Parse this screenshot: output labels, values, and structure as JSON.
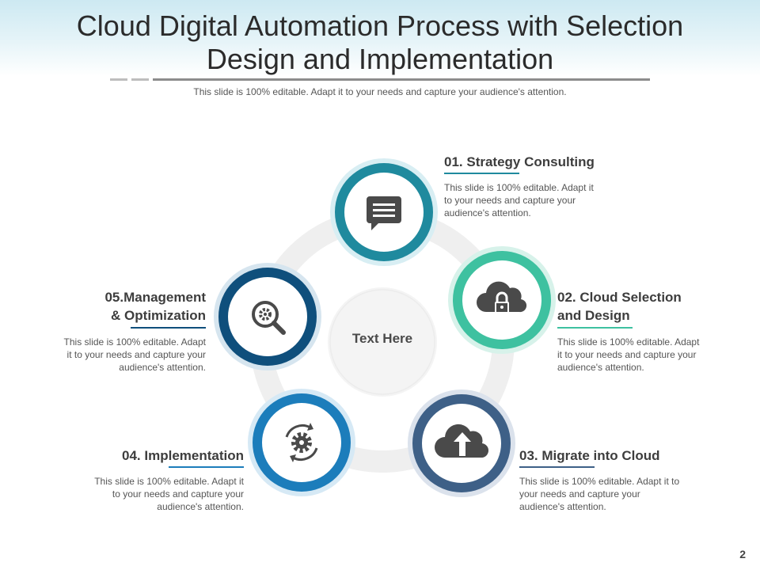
{
  "header": {
    "title_line1": "Cloud Digital Automation Process with Selection",
    "title_line2": "Design and Implementation",
    "subtitle": "This slide is 100% editable. Adapt it to your needs and capture your audience's attention."
  },
  "center": {
    "label": "Text Here"
  },
  "steps": [
    {
      "title": "01. Strategy Consulting",
      "desc": [
        "This slide is 100% editable. Adapt it",
        "to your needs and capture your",
        "audience's attention."
      ],
      "icon": "chat-bubble-icon",
      "color": "#1f8a9e"
    },
    {
      "title_lines": [
        "02. Cloud Selection",
        "and Design"
      ],
      "desc": [
        "This slide is 100% editable. Adapt",
        "it to your needs and capture your",
        "audience's attention."
      ],
      "icon": "cloud-lock-icon",
      "color": "#3ec1a0"
    },
    {
      "title": "03. Migrate into Cloud",
      "desc": [
        "This slide is 100% editable. Adapt it to",
        "your needs and capture your",
        "audience's attention."
      ],
      "icon": "cloud-upload-icon",
      "color": "#3e6087"
    },
    {
      "title": "04. Implementation",
      "desc": [
        "This slide is 100% editable. Adapt it",
        "to your needs and capture your",
        "audience's attention."
      ],
      "icon": "gear-cycle-icon",
      "color": "#1c7dbb"
    },
    {
      "title_lines": [
        "05.Management",
        "& Optimization"
      ],
      "desc": [
        "This slide is 100% editable. Adapt",
        "it to your needs and capture your",
        "audience's attention."
      ],
      "icon": "magnifier-gear-icon",
      "color": "#0f4f7c"
    }
  ],
  "page_number": "2"
}
